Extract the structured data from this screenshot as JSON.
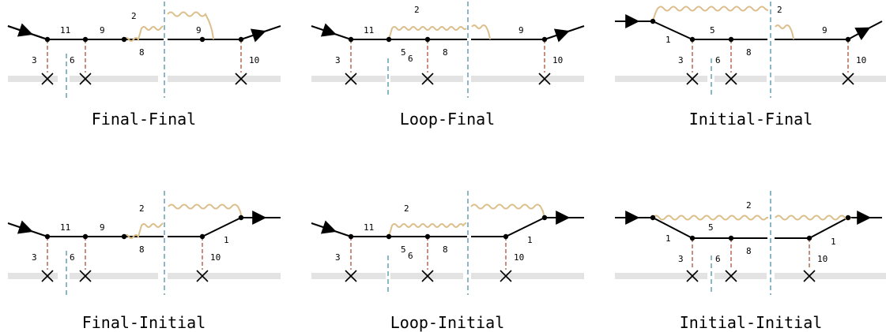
{
  "colors": {
    "line": "#000000",
    "photon": "#dcbf8c",
    "potential": "#c98f7c",
    "cut": "#6ea6b8",
    "medium": "#e3e3e3"
  },
  "panels": [
    {
      "caption": "Final-Final",
      "labels": [
        "11",
        "9",
        "2",
        "9",
        "8",
        "3",
        "6",
        "10"
      ]
    },
    {
      "caption": "Loop-Final",
      "labels": [
        "11",
        "2",
        "9",
        "8",
        "3",
        "5",
        "6",
        "10"
      ]
    },
    {
      "caption": "Initial-Final",
      "labels": [
        "1",
        "5",
        "2",
        "9",
        "8",
        "3",
        "6",
        "10"
      ]
    },
    {
      "caption": "Final-Initial",
      "labels": [
        "11",
        "9",
        "2",
        "1",
        "8",
        "3",
        "6",
        "10"
      ]
    },
    {
      "caption": "Loop-Initial",
      "labels": [
        "11",
        "2",
        "1",
        "8",
        "3",
        "5",
        "6",
        "10"
      ]
    },
    {
      "caption": "Initial-Initial",
      "labels": [
        "2",
        "5",
        "1",
        "1",
        "8",
        "3",
        "6",
        "10"
      ]
    }
  ]
}
